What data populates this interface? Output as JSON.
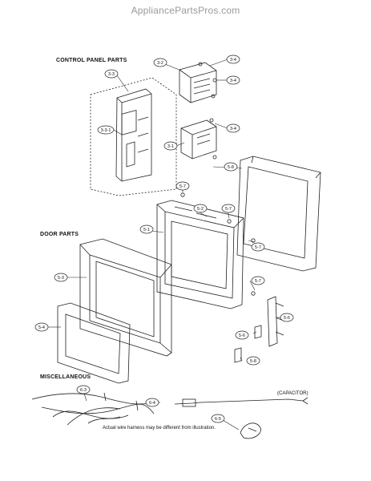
{
  "header": {
    "site": "AppliancePartsPros.com"
  },
  "sections": {
    "control_panel": "CONTROL PANEL PARTS",
    "door": "DOOR PARTS",
    "misc": "MISCELLANEOUS"
  },
  "notes": {
    "capacitor": "(CAPACITOR)",
    "harness": "Actual wire harness may be different from illustration."
  },
  "callouts": [
    {
      "id": "3-2",
      "label": "3-2"
    },
    {
      "id": "3-4a",
      "label": "3-4"
    },
    {
      "id": "3-4b",
      "label": "3-4"
    },
    {
      "id": "3-3",
      "label": "3-3"
    },
    {
      "id": "3-4c",
      "label": "3-4"
    },
    {
      "id": "3-3-1",
      "label": "3-3-1"
    },
    {
      "id": "3-1",
      "label": "3-1"
    },
    {
      "id": "5-8",
      "label": "5-8"
    },
    {
      "id": "5-7a",
      "label": "5-7"
    },
    {
      "id": "5-2",
      "label": "5-2"
    },
    {
      "id": "5-7b",
      "label": "5-7"
    },
    {
      "id": "5-1",
      "label": "5-1"
    },
    {
      "id": "5-7c",
      "label": "5-7"
    },
    {
      "id": "5-3",
      "label": "5-3"
    },
    {
      "id": "5-7d",
      "label": "5-7"
    },
    {
      "id": "5-6a",
      "label": "5-6"
    },
    {
      "id": "5-4",
      "label": "5-4"
    },
    {
      "id": "5-6b",
      "label": "5-6"
    },
    {
      "id": "5-8b",
      "label": "5-8"
    },
    {
      "id": "6-3",
      "label": "6-3"
    },
    {
      "id": "6-4",
      "label": "6-4"
    },
    {
      "id": "6-5",
      "label": "6-5"
    }
  ]
}
